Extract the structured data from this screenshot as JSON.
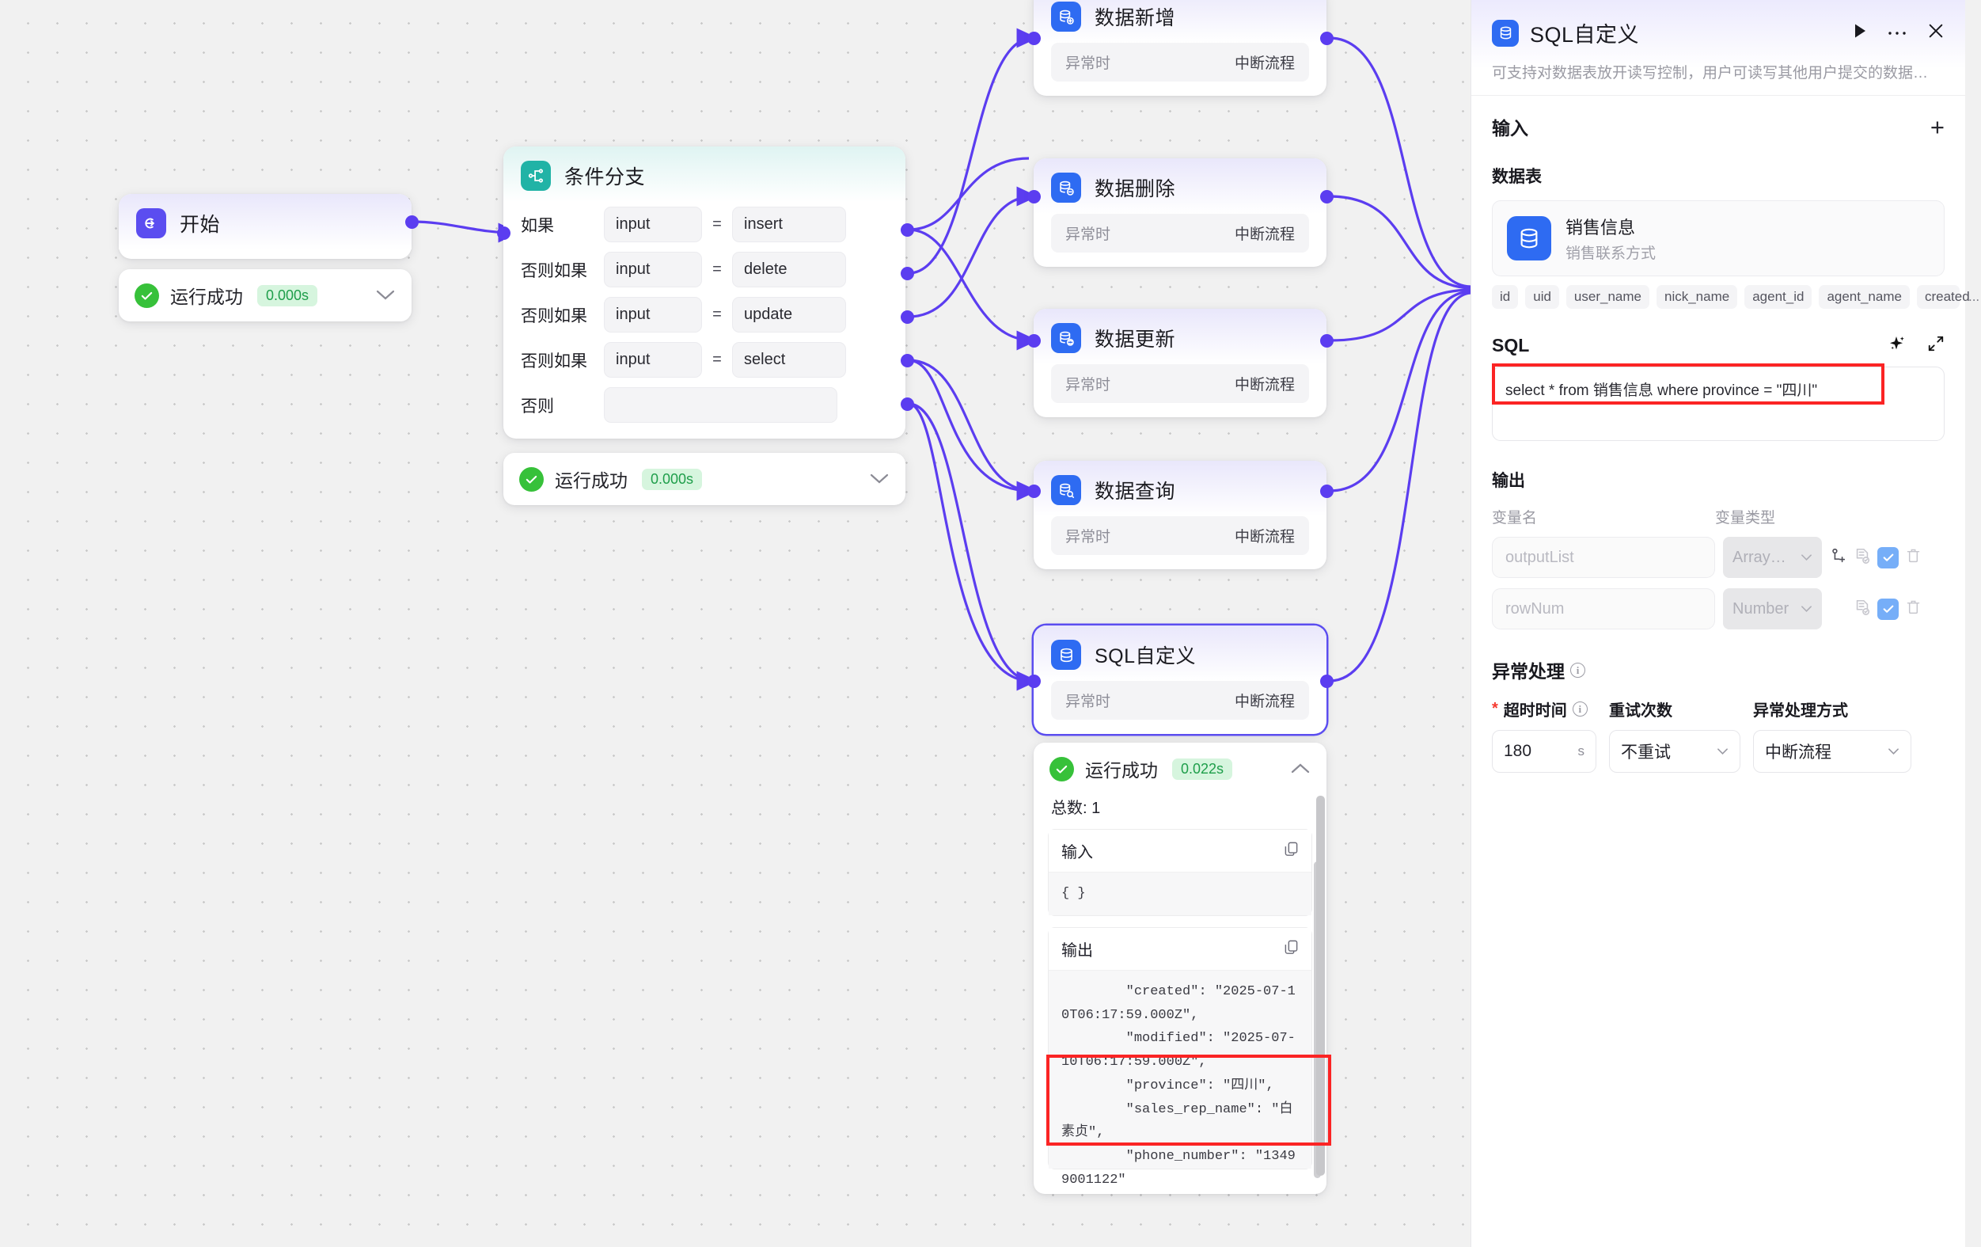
{
  "canvas": {
    "nodes": {
      "start": {
        "title": "开始",
        "icon": "start-icon"
      },
      "branch": {
        "title": "条件分支",
        "icon": "branch-icon"
      },
      "insert": {
        "title": "数据新增",
        "icon": "db-add-icon",
        "exc_label": "异常时",
        "exc_value": "中断流程"
      },
      "delete": {
        "title": "数据删除",
        "icon": "db-remove-icon",
        "exc_label": "异常时",
        "exc_value": "中断流程"
      },
      "update": {
        "title": "数据更新",
        "icon": "db-update-icon",
        "exc_label": "异常时",
        "exc_value": "中断流程"
      },
      "query": {
        "title": "数据查询",
        "icon": "db-search-icon",
        "exc_label": "异常时",
        "exc_value": "中断流程"
      },
      "sql": {
        "title": "SQL自定义",
        "icon": "db-icon",
        "exc_label": "异常时",
        "exc_value": "中断流程"
      }
    },
    "branch_rows": [
      {
        "label": "如果",
        "left": "input",
        "op": "=",
        "right": "insert"
      },
      {
        "label": "否则如果",
        "left": "input",
        "op": "=",
        "right": "delete"
      },
      {
        "label": "否则如果",
        "left": "input",
        "op": "=",
        "right": "update"
      },
      {
        "label": "否则如果",
        "left": "input",
        "op": "=",
        "right": "select"
      },
      {
        "label": "否则",
        "left": "",
        "op": "",
        "right": ""
      }
    ],
    "run_start": {
      "label": "运行成功",
      "time": "0.000s"
    },
    "run_branch": {
      "label": "运行成功",
      "time": "0.000s"
    },
    "run_sql": {
      "label": "运行成功",
      "time": "0.022s"
    },
    "result": {
      "total_label": "总数: 1",
      "input_label": "输入",
      "input_body": "{ }",
      "output_label": "输出",
      "output_body": "        \"created\": \"2025-07-10T06:17:59.000Z\",\n        \"modified\": \"2025-07-10T06:17:59.000Z\",\n        \"province\": \"四川\",\n        \"sales_rep_name\": \"白素贞\",\n        \"phone_number\": \"13499001122\""
    }
  },
  "panel": {
    "title": "SQL自定义",
    "description": "可支持对数据表放开读写控制，用户可读写其他用户提交的数据…",
    "actions": {
      "run": "run-icon",
      "more": "more-icon",
      "close": "close-icon"
    },
    "input_section": {
      "title": "输入",
      "add": "+"
    },
    "table_section": {
      "title": "数据表",
      "table_name": "销售信息",
      "table_desc": "销售联系方式",
      "columns": [
        "id",
        "uid",
        "user_name",
        "nick_name",
        "agent_id",
        "agent_name",
        "created"
      ],
      "more": "..."
    },
    "sql_section": {
      "title": "SQL",
      "magic_icon": "sparkle-icon",
      "expand_icon": "expand-icon",
      "value": "select * from 销售信息 where province = \"四川\""
    },
    "output_section": {
      "title": "输出",
      "col_name": "变量名",
      "col_type": "变量类型",
      "rows": [
        {
          "name": "outputList",
          "type": "Array…",
          "has_link": true
        },
        {
          "name": "rowNum",
          "type": "Number",
          "has_link": false
        }
      ]
    },
    "exception_section": {
      "title": "异常处理",
      "timeout_label": "超时时间",
      "timeout_value": "180",
      "timeout_unit": "s",
      "retry_label": "重试次数",
      "retry_value": "不重试",
      "handle_label": "异常处理方式",
      "handle_value": "中断流程"
    }
  },
  "colors": {
    "edge": "#5b3df0",
    "accent_blue": "#2e6bf2",
    "indigo": "#5b4df0",
    "teal": "#21b3a6",
    "success": "#37c13a",
    "highlight": "#fb2424"
  }
}
